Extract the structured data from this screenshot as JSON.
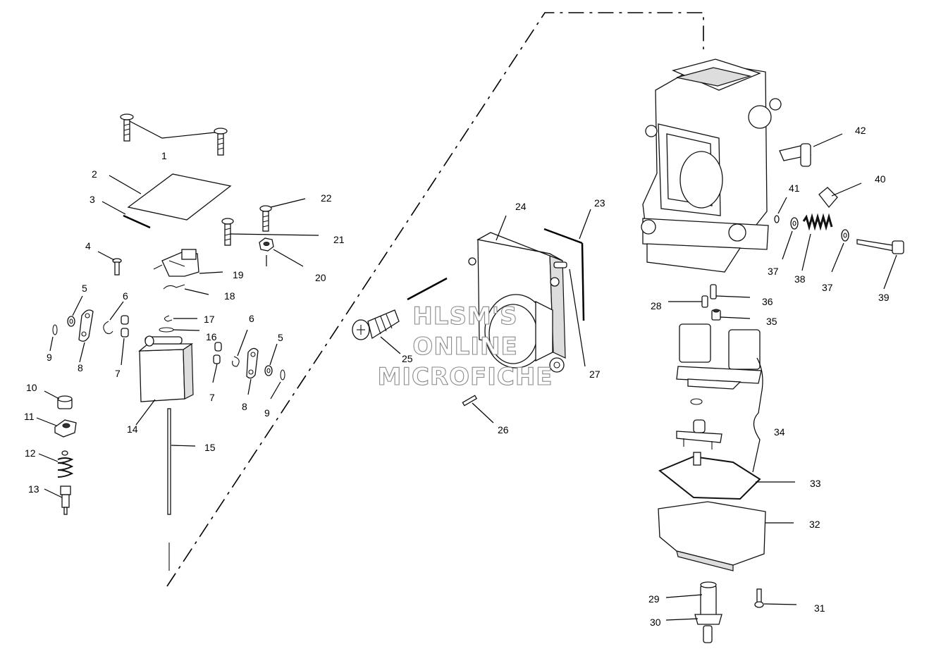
{
  "diagram": {
    "callouts": [
      {
        "id": "c1",
        "label": "1"
      },
      {
        "id": "c2",
        "label": "2"
      },
      {
        "id": "c3",
        "label": "3"
      },
      {
        "id": "c4",
        "label": "4"
      },
      {
        "id": "c5a",
        "label": "5"
      },
      {
        "id": "c5b",
        "label": "5"
      },
      {
        "id": "c6a",
        "label": "6"
      },
      {
        "id": "c6b",
        "label": "6"
      },
      {
        "id": "c7a",
        "label": "7"
      },
      {
        "id": "c7b",
        "label": "7"
      },
      {
        "id": "c8a",
        "label": "8"
      },
      {
        "id": "c8b",
        "label": "8"
      },
      {
        "id": "c9a",
        "label": "9"
      },
      {
        "id": "c9b",
        "label": "9"
      },
      {
        "id": "c10",
        "label": "10"
      },
      {
        "id": "c11",
        "label": "11"
      },
      {
        "id": "c12",
        "label": "12"
      },
      {
        "id": "c13",
        "label": "13"
      },
      {
        "id": "c14",
        "label": "14"
      },
      {
        "id": "c15",
        "label": "15"
      },
      {
        "id": "c16",
        "label": "16"
      },
      {
        "id": "c17",
        "label": "17"
      },
      {
        "id": "c18",
        "label": "18"
      },
      {
        "id": "c19",
        "label": "19"
      },
      {
        "id": "c20",
        "label": "20"
      },
      {
        "id": "c21",
        "label": "21"
      },
      {
        "id": "c22",
        "label": "22"
      },
      {
        "id": "c23",
        "label": "23"
      },
      {
        "id": "c24",
        "label": "24"
      },
      {
        "id": "c25",
        "label": "25"
      },
      {
        "id": "c26",
        "label": "26"
      },
      {
        "id": "c27",
        "label": "27"
      },
      {
        "id": "c28",
        "label": "28"
      },
      {
        "id": "c29",
        "label": "29"
      },
      {
        "id": "c30",
        "label": "30"
      },
      {
        "id": "c31",
        "label": "31"
      },
      {
        "id": "c32",
        "label": "32"
      },
      {
        "id": "c33",
        "label": "33"
      },
      {
        "id": "c34",
        "label": "34"
      },
      {
        "id": "c35",
        "label": "35"
      },
      {
        "id": "c36",
        "label": "36"
      },
      {
        "id": "c37a",
        "label": "37"
      },
      {
        "id": "c37b",
        "label": "37"
      },
      {
        "id": "c38",
        "label": "38"
      },
      {
        "id": "c39",
        "label": "39"
      },
      {
        "id": "c40",
        "label": "40"
      },
      {
        "id": "c41",
        "label": "41"
      },
      {
        "id": "c42",
        "label": "42"
      }
    ]
  },
  "watermark": {
    "line1": "HLSM'S",
    "line2": "ONLINE",
    "line3": "MICROFICHE"
  }
}
